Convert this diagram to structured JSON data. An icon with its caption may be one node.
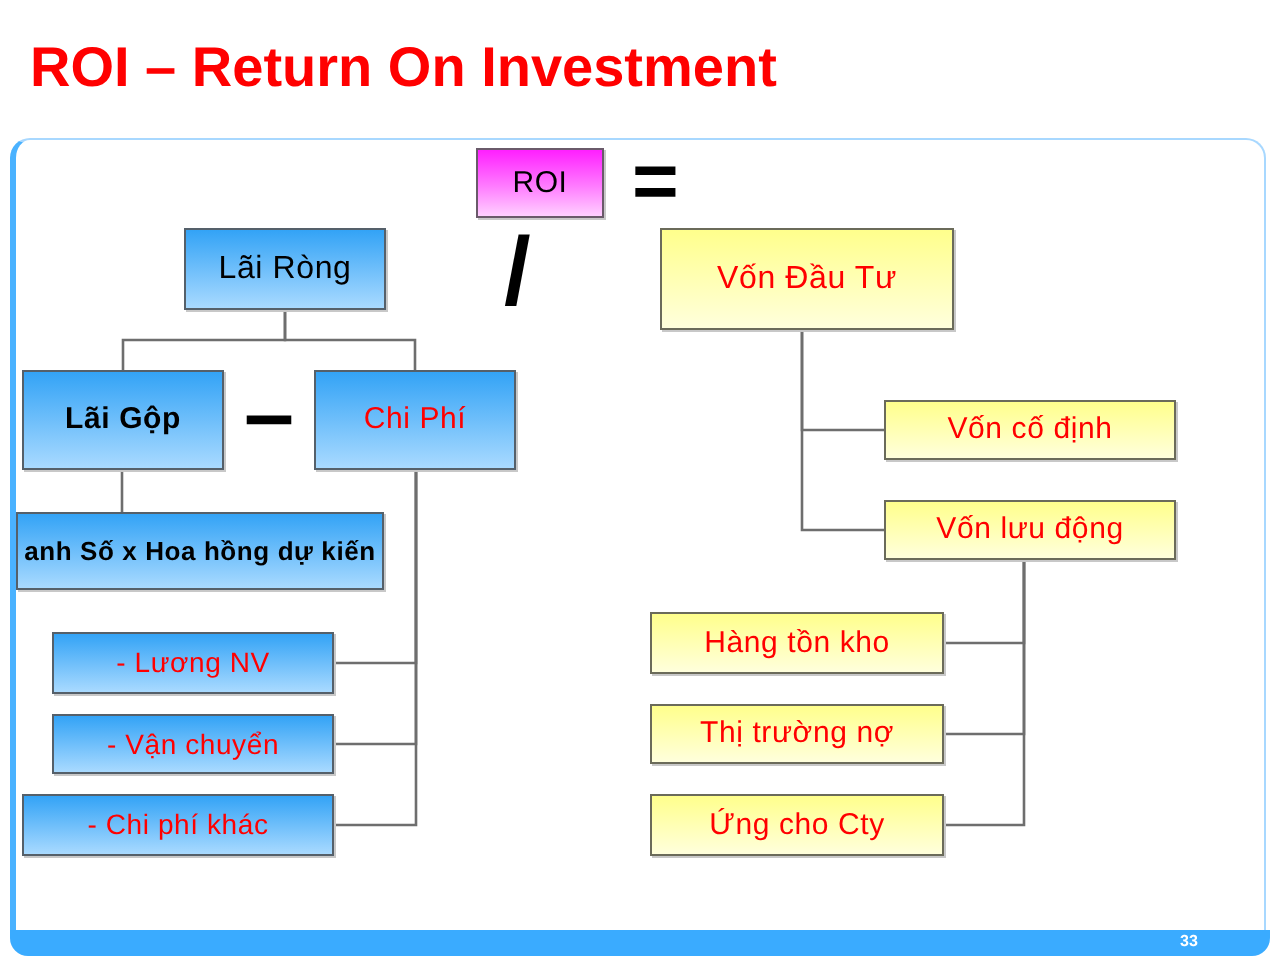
{
  "diagram": {
    "title": "ROI – Return On Investment",
    "nodes": [
      {
        "text": [
          "ROI"
        ]
      },
      {
        "text": [
          "Lãi Ròng"
        ]
      },
      {
        "text": [
          "Vốn Đầu Tư"
        ]
      },
      {
        "text": [
          "Lãi Gộp"
        ]
      },
      {
        "text": [
          "Chi Phí"
        ]
      },
      {
        "text": [
          "Vốn cố định"
        ]
      },
      {
        "text": [
          "anh Số x Hoa hồng dự kiến"
        ]
      },
      {
        "text": [
          "Vốn lưu động"
        ]
      },
      {
        "text": [
          "Hàng tồn kho"
        ]
      },
      {
        "text": [
          "- Lương NV"
        ]
      },
      {
        "text": [
          "Thị trường nợ"
        ]
      },
      {
        "text": [
          "- Vận chuyển"
        ]
      },
      {
        "text": [
          "Ứng cho Cty"
        ]
      },
      {
        "text": [
          "- Chi phí khác"
        ]
      }
    ],
    "edges": [
      {
        "from": 1,
        "to": 3,
        "arrow": "none"
      },
      {
        "from": 1,
        "to": 4,
        "arrow": "none"
      },
      {
        "from": 2,
        "to": 5,
        "arrow": "none"
      },
      {
        "from": 2,
        "to": 7,
        "arrow": "none"
      },
      {
        "from": 3,
        "to": 6,
        "arrow": "none"
      },
      {
        "from": 4,
        "to": 9,
        "arrow": "none"
      },
      {
        "from": 4,
        "to": 11,
        "arrow": "none"
      },
      {
        "from": 4,
        "to": 13,
        "arrow": "none"
      },
      {
        "from": 7,
        "to": 8,
        "arrow": "none"
      },
      {
        "from": 7,
        "to": 10,
        "arrow": "none"
      },
      {
        "from": 7,
        "to": 12,
        "arrow": "none"
      }
    ],
    "labels": [
      "=",
      "/",
      "–",
      "33"
    ]
  }
}
